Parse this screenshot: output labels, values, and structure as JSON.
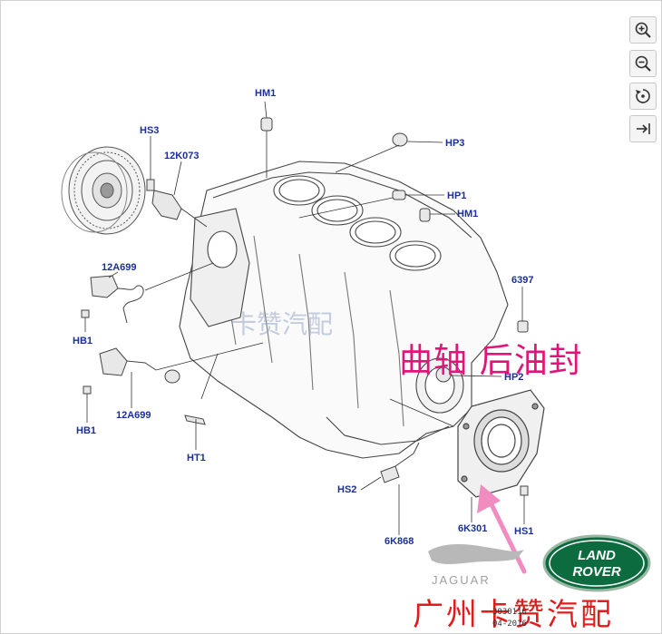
{
  "toolbar": {
    "zoom_in": "zoom-in-icon",
    "zoom_out": "zoom-out-icon",
    "reset": "reset-view-icon",
    "collapse": "collapse-panel-icon"
  },
  "labels": {
    "HM1_top": "HM1",
    "HS3": "HS3",
    "12K073": "12K073",
    "HP3": "HP3",
    "HP1": "HP1",
    "HM1_right": "HM1",
    "12A699_top": "12A699",
    "HB1_top": "HB1",
    "6397": "6397",
    "HP2": "HP2",
    "HB1_bottom": "HB1",
    "12A699_bottom": "12A699",
    "HT1": "HT1",
    "HS2": "HS2",
    "6K868": "6K868",
    "6K301": "6K301",
    "HS1": "HS1"
  },
  "annotation": {
    "note": "曲轴 后油封",
    "note_color": "#e0157a",
    "arrow_color": "#f08cc0"
  },
  "watermarks": {
    "middle": "卡赞汽配",
    "bottom": "广州卡赞汽配",
    "bottom_color": "#e21c1c",
    "jaguar": "JAGUAR",
    "land_rover_line1": "LAND",
    "land_rover_line2": "ROVER"
  },
  "stamp": {
    "code": "3030110",
    "date": "04-2016"
  }
}
